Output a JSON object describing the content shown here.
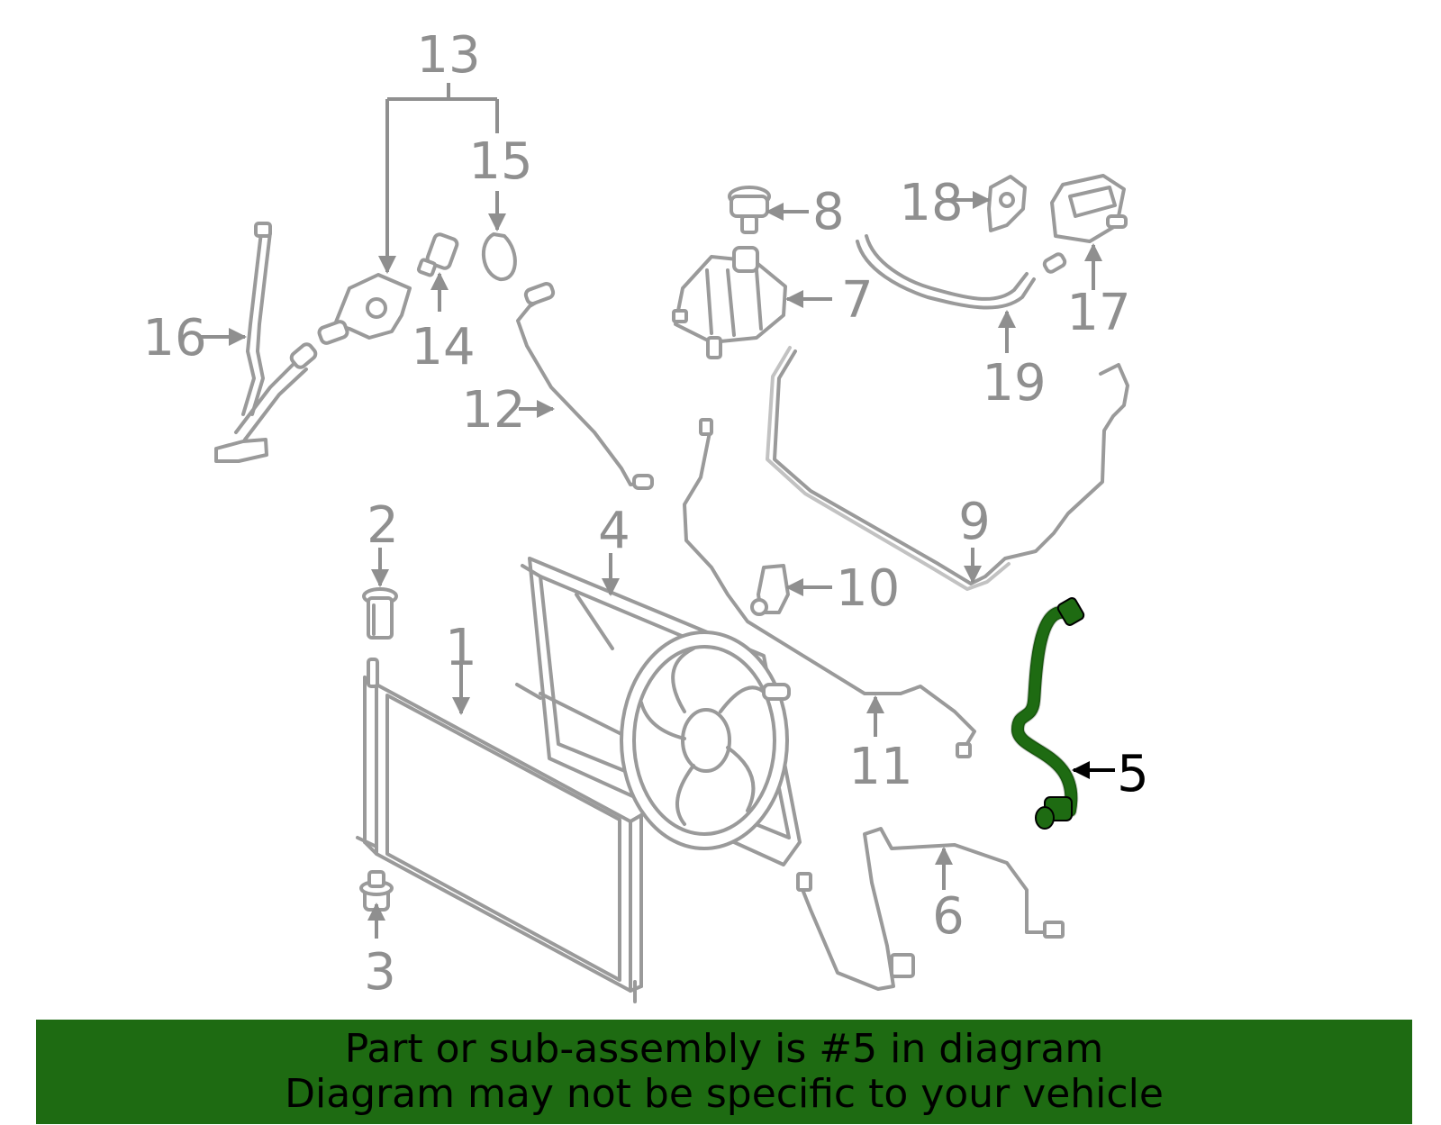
{
  "callouts": [
    {
      "id": "1",
      "text": "1"
    },
    {
      "id": "2",
      "text": "2"
    },
    {
      "id": "3",
      "text": "3"
    },
    {
      "id": "4",
      "text": "4"
    },
    {
      "id": "5",
      "text": "5",
      "highlighted": true
    },
    {
      "id": "6",
      "text": "6"
    },
    {
      "id": "7",
      "text": "7"
    },
    {
      "id": "8",
      "text": "8"
    },
    {
      "id": "9",
      "text": "9"
    },
    {
      "id": "10",
      "text": "10"
    },
    {
      "id": "11",
      "text": "11"
    },
    {
      "id": "12",
      "text": "12"
    },
    {
      "id": "13",
      "text": "13"
    },
    {
      "id": "14",
      "text": "14"
    },
    {
      "id": "15",
      "text": "15"
    },
    {
      "id": "16",
      "text": "16"
    },
    {
      "id": "17",
      "text": "17"
    },
    {
      "id": "18",
      "text": "18"
    },
    {
      "id": "19",
      "text": "19"
    }
  ],
  "banner": {
    "line1": "Part or sub-assembly is #5 in diagram",
    "line2": "Diagram may not be specific to your vehicle"
  },
  "colors": {
    "highlight_part": "#1e6b12",
    "banner_bg": "#1e6b12",
    "part_stroke": "#9a9a9a",
    "label_gray": "#8f8f8f"
  }
}
